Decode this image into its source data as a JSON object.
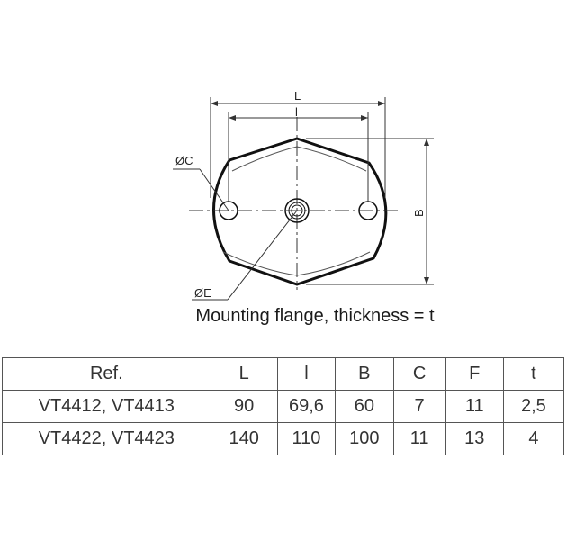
{
  "drawing": {
    "labels": {
      "length_total": "L",
      "length_holes": "l",
      "width": "B",
      "hole_diameter": "ØC",
      "center_diameter": "ØE"
    },
    "caption": "Mounting flange, thickness = t"
  },
  "table": {
    "headers": [
      "Ref.",
      "L",
      "l",
      "B",
      "C",
      "F",
      "t"
    ],
    "rows": [
      [
        "VT4412, VT4413",
        "90",
        "69,6",
        "60",
        "7",
        "11",
        "2,5"
      ],
      [
        "VT4422, VT4423",
        "140",
        "110",
        "100",
        "11",
        "13",
        "4"
      ]
    ]
  }
}
